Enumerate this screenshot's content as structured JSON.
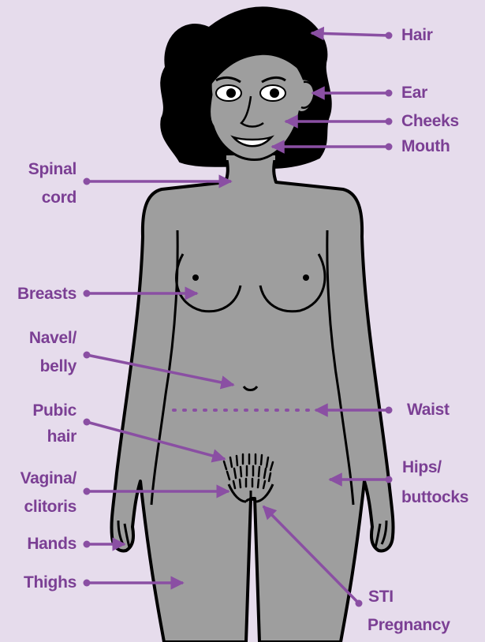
{
  "colors": {
    "background": "#e6dcec",
    "accent": "#8a4fa3",
    "label": "#7b3f94",
    "skin": "#9e9e9e",
    "hair": "#000000",
    "outline": "#000000"
  },
  "labels": {
    "hair": "Hair",
    "ear": "Ear",
    "cheeks": "Cheeks",
    "mouth": "Mouth",
    "spinal_cord_line1": "Spinal",
    "spinal_cord_line2": "cord",
    "breasts": "Breasts",
    "navel_line1": "Navel/",
    "navel_line2": "belly",
    "pubic_line1": "Pubic",
    "pubic_line2": "hair",
    "waist": "Waist",
    "hips_line1": "Hips/",
    "hips_line2": "buttocks",
    "vagina_line1": "Vagina/",
    "vagina_line2": "clitoris",
    "hands": "Hands",
    "thighs": "Thighs",
    "sti": "STI",
    "pregnancy": "Pregnancy"
  }
}
